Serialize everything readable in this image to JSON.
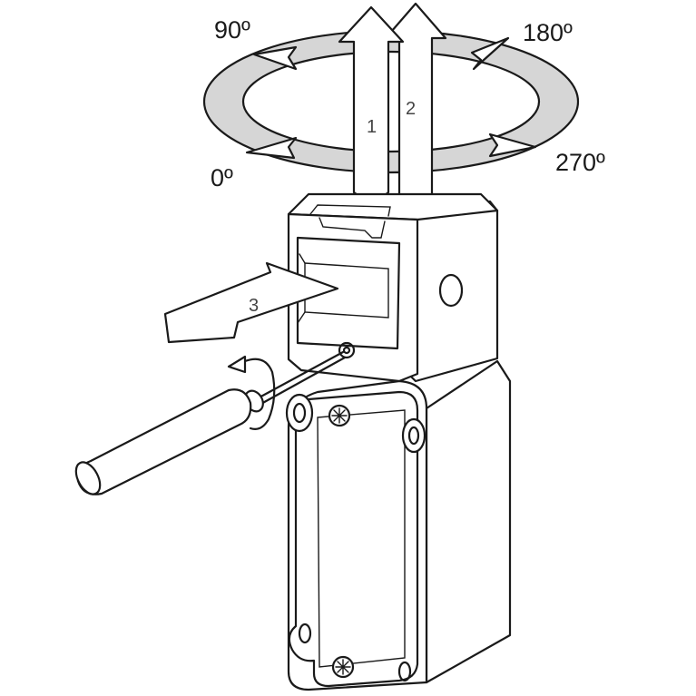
{
  "rotation_labels": {
    "deg_90": "90º",
    "deg_180": "180º",
    "deg_270": "270º",
    "deg_0": "0º"
  },
  "step_labels": {
    "step_1": "1",
    "step_2": "2",
    "step_3": "3"
  },
  "colors": {
    "ring_fill": "#d6d6d6",
    "line": "#1a1a1a",
    "background": "#ffffff"
  }
}
